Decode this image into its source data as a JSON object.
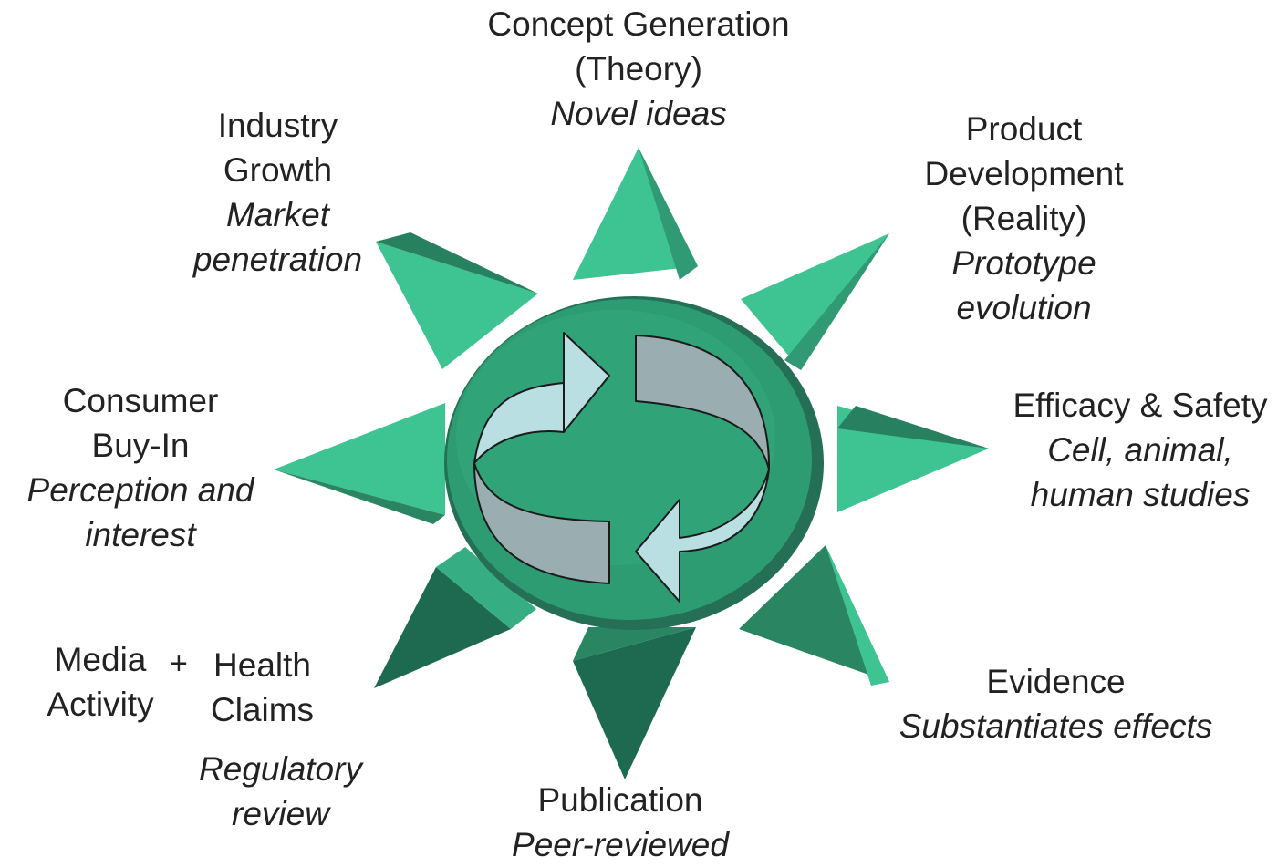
{
  "colors": {
    "ray_light": "#3ec393",
    "ray_mid": "#36ad83",
    "ray_dark": "#23785a",
    "ray_darker": "#1d6a50",
    "core": "#2e9c72",
    "core_rim": "#246f55",
    "arrow_light": "#b9dfe3",
    "arrow_dark": "#9aadb0",
    "outline": "#1a1a1a"
  },
  "labels": {
    "concept": {
      "title": [
        "Concept Generation",
        "(Theory)"
      ],
      "sub": [
        "Novel ideas"
      ]
    },
    "product": {
      "title": [
        "Product",
        "Development",
        "(Reality)"
      ],
      "sub": [
        "Prototype",
        "evolution"
      ]
    },
    "efficacy": {
      "title": [
        "Efficacy & Safety"
      ],
      "sub": [
        "Cell, animal,",
        "human studies"
      ]
    },
    "evidence": {
      "title": [
        "Evidence"
      ],
      "sub": [
        "Substantiates effects"
      ]
    },
    "publication": {
      "title": [
        "Publication"
      ],
      "sub": [
        "Peer-reviewed"
      ]
    },
    "media": {
      "title": [
        "Media",
        "Activity"
      ],
      "sub": []
    },
    "plus": "+",
    "health": {
      "title": [
        "Health",
        "Claims"
      ],
      "sub": [
        "Regulatory",
        "review"
      ]
    },
    "consumer": {
      "title": [
        "Consumer",
        "Buy-In"
      ],
      "sub": [
        "Perception and",
        "interest"
      ]
    },
    "industry": {
      "title": [
        "Industry",
        "Growth"
      ],
      "sub": [
        "Market",
        "penetration"
      ]
    }
  }
}
